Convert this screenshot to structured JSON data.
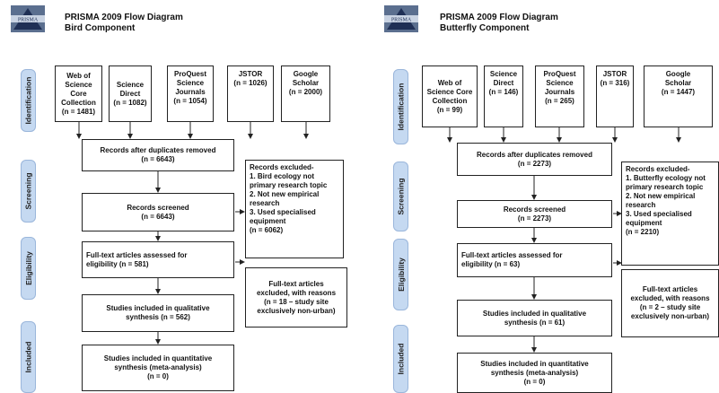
{
  "panels": [
    {
      "logo_text": "PRISMA",
      "header": {
        "title": "PRISMA 2009 Flow Diagram",
        "subtitle": "Bird Component"
      },
      "stages": [
        "Identification",
        "Screening",
        "Eligibility",
        "Included"
      ],
      "sources": [
        "Web of\nScience Core\nCollection\n(n = 1481)",
        "Science\nDirect\n(n = 1082)",
        "ProQuest\nScience\nJournals\n(n = 1054)",
        "JSTOR\n(n = 1026)",
        "Google\nScholar\n(n = 2000)"
      ],
      "duplicates": "Records after duplicates removed\n(n = 6643)",
      "screened": "Records screened\n(n = 6643)",
      "excluded": "Records excluded-\n1. Bird ecology not\nprimary research topic\n2. Not new empirical\nresearch\n3. Used specialised\nequipment\n(n = 6062)",
      "fulltext": "Full-text articles assessed for\neligibility (n = 581)",
      "fulltext_excluded": "Full-text articles\nexcluded, with reasons\n(n = 18 – study site\nexclusively non-urban)",
      "qualitative": "Studies included in qualitative\nsynthesis (n = 562)",
      "quantitative": "Studies included in quantitative\nsynthesis (meta-analysis)\n(n = 0)"
    },
    {
      "logo_text": "PRISMA",
      "header": {
        "title": "PRISMA 2009 Flow Diagram",
        "subtitle": "Butterfly Component"
      },
      "stages": [
        "Identification",
        "Screening",
        "Eligibility",
        "Included"
      ],
      "sources": [
        "Web of\nScience Core\nCollection\n(n = 99)",
        "Science\nDirect\n(n = 146)",
        "ProQuest\nScience\nJournals\n(n = 265)",
        "JSTOR\n(n = 316)",
        "Google\nScholar\n(n = 1447)"
      ],
      "duplicates": "Records after duplicates removed\n(n = 2273)",
      "screened": "Records screened\n(n = 2273)",
      "excluded": "Records excluded-\n1. Butterfly ecology not\nprimary research topic\n2. Not new empirical\nresearch\n3. Used specialised\nequipment\n(n = 2210)",
      "fulltext": "Full-text articles assessed for\neligibility (n = 63)",
      "fulltext_excluded": "Full-text articles\nexcluded, with reasons\n(n = 2 – study site\nexclusively non-urban)",
      "qualitative": "Studies included in qualitative\nsynthesis (n = 61)",
      "quantitative": "Studies included in quantitative\nsynthesis (meta-analysis)\n(n = 0)"
    }
  ],
  "colors": {
    "stage_fill": "#c5d9f1",
    "stage_border": "#9ab6db",
    "box_border": "#222222"
  }
}
